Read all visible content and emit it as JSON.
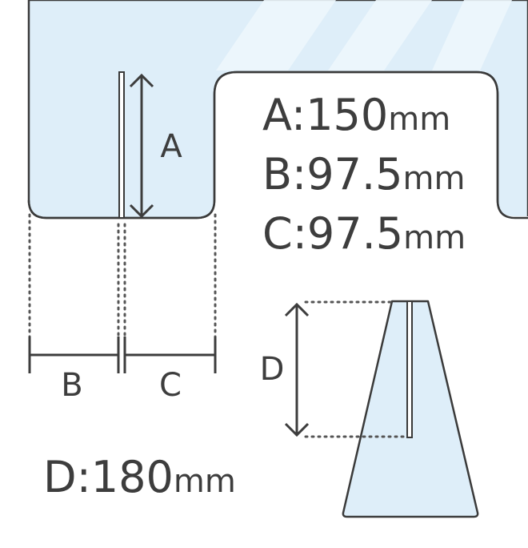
{
  "colors": {
    "panel_fill": "#deeef9",
    "panel_stroke": "#3a3a3a",
    "ink": "#3d3d3d",
    "dots": "#555555",
    "highlight": "#edf6fc"
  },
  "labels": {
    "a": "A",
    "b": "B",
    "c": "C",
    "d": "D"
  },
  "specs": [
    {
      "key": "A",
      "sep": ":",
      "value": "150",
      "unit": "mm"
    },
    {
      "key": "B",
      "sep": ":",
      "value": "97.5",
      "unit": "mm"
    },
    {
      "key": "C",
      "sep": ":",
      "value": "97.5",
      "unit": "mm"
    }
  ],
  "spec_d": {
    "key": "D",
    "sep": ":",
    "value": "180",
    "unit": "mm"
  }
}
